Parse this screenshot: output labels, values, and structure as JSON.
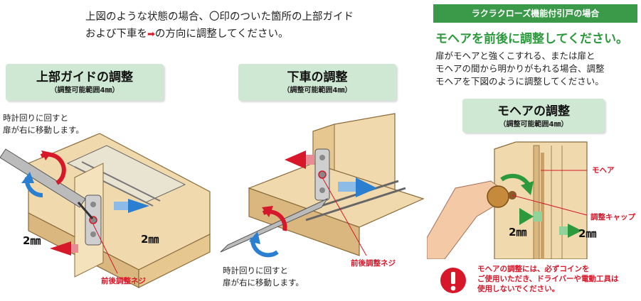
{
  "intro": {
    "line1": "上図のような状態の場合、〇印のついた箇所の上部ガイド",
    "line2_before": "および下車を",
    "arrow_glyph": "➡",
    "line2_after": "の方向に調整してください。"
  },
  "panel_upper": {
    "title": "上部ガイドの調整",
    "subtitle": "（調整可能範囲4㎜）",
    "note_line1": "時計回りに回すと",
    "note_line2": "扉が右に移動します。",
    "dim_left": "2㎜",
    "dim_right": "2㎜",
    "screw_label": "前後調整ネジ"
  },
  "panel_lower": {
    "title": "下車の調整",
    "subtitle": "（調整可能範囲4㎜）",
    "note_line1": "時計回りに回すと",
    "note_line2": "扉が右に移動します。",
    "screw_label": "前後調整ネジ"
  },
  "panel_right": {
    "ribbon": "ラクラクローズ機能付引戸の場合",
    "headline": "モヘアを前後に調整してください。",
    "desc_line1": "扉がモヘアと強くこすれる、または扉と",
    "desc_line2": "モヘアの間から明かりがもれる場合、調整",
    "desc_line3": "モヘアを下図のように調整してください。",
    "box_title": "モヘアの調整",
    "box_subtitle": "（調整可能範囲4㎜）",
    "label_mohair": "モヘア",
    "label_cap": "調整キャップ",
    "dim_left": "2㎜",
    "dim_right": "2㎜",
    "warning_line1": "モヘアの調整には、必ずコインを",
    "warning_line2": "ご使用いただき、ドライバーや電動工具は",
    "warning_line3": "使用しないでください。"
  },
  "colors": {
    "title_bg": "#cfe8d3",
    "accent_red": "#d6182a",
    "accent_green": "#2c9a3c",
    "arrow_blue": "#2a7fd0",
    "wood": "#f0d9ad",
    "wood_dark": "#d9b77e"
  },
  "icons": [
    "right-arrow-icon",
    "clockwise-rotation-icon",
    "warning-exclamation-icon",
    "coin-icon"
  ]
}
